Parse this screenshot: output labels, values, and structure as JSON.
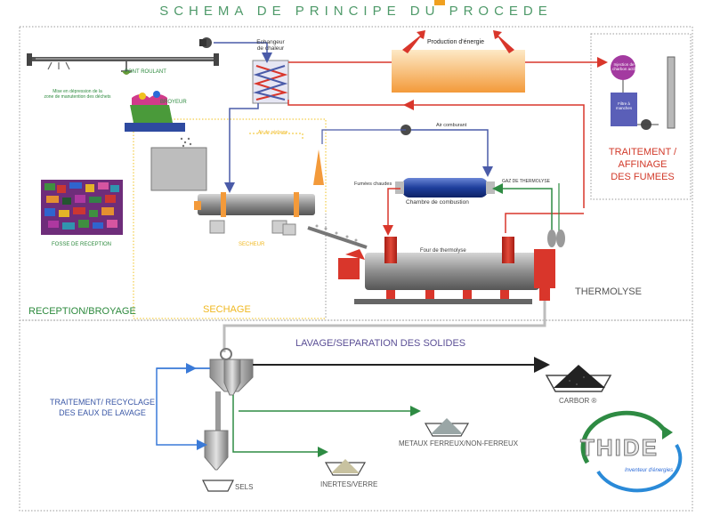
{
  "title": "SCHEMA DE PRINCIPE DU PROCEDE",
  "labels": {
    "echangeur": "Echangeur\nde chaleur",
    "production_energie": "Production d'énergie",
    "pont_roulant": "PONT ROULANT",
    "mise_depression": "Mise en dépression de la\nzone de manutention des déchets",
    "broyeur": "BROYEUR",
    "air_sechage": "Air de séchage",
    "air_comburant": "Air comburant",
    "injection": "Injection de\ncharbon actif",
    "filtre": "Filtre à\nmanches",
    "fumees_chaudes": "Fumées chaudes",
    "gaz_thermolyse": "GAZ DE THERMOLYSE",
    "chambre_combustion": "Chambre de combustion",
    "four_thermolyse": "Four de thermolyse",
    "fosse_reception": "FOSSE DE RECEPTION",
    "secheur": "SECHEUR",
    "carbor": "CARBOR ®",
    "metaux": "METAUX FERREUX/NON-FERREUX",
    "inertes": "INERTES/VERRE",
    "sels": "SELS",
    "traitement_recyclage": "TRAITEMENT/ RECYCLAGE\nDES EAUX DE LAVAGE"
  },
  "sections": {
    "reception": "RECEPTION/BROYAGE",
    "sechage": "SECHAGE",
    "thermolyse": "THERMOLYSE",
    "traitement_fumees": "TRAITEMENT /\nAFFINAGE\nDES FUMEES",
    "lavage": "LAVAGE/SEPARATION DES SOLIDES"
  },
  "logo": {
    "name": "THIDE",
    "tagline": "Inventeur d'énergies"
  },
  "colors": {
    "red": "#d9362b",
    "blue": "#4a5ba8",
    "green": "#2e8b43",
    "yellow": "#f0c21f",
    "gray": "#8f8f8f",
    "orange": "#f39a3a",
    "title_green": "#4f9a6a"
  }
}
